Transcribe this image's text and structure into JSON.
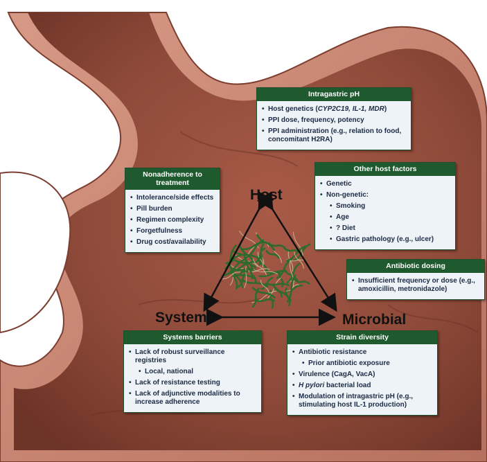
{
  "triangle": {
    "host": "Host",
    "systems": "Systems",
    "microbial": "Microbial"
  },
  "boxes": {
    "intragastric_ph": {
      "title": "Intragastric pH",
      "items": [
        {
          "pre": "Host genetics (",
          "em": "CYP2C19, IL-1, MDR",
          "post": ")"
        },
        {
          "text": "PPI dose, frequency, potency"
        },
        {
          "text": "PPI administration (e.g., relation to food, concomitant H2RA)"
        }
      ]
    },
    "nonadherence": {
      "title": "Nonadherence to treatment",
      "items": [
        "Intolerance/side effects",
        "Pill burden",
        "Regimen complexity",
        "Forgetfulness",
        "Drug cost/availability"
      ]
    },
    "other_host": {
      "title": "Other host factors",
      "items": [
        {
          "text": "Genetic",
          "level": 0
        },
        {
          "text": "Non-genetic:",
          "level": 0
        },
        {
          "text": "Smoking",
          "level": 1
        },
        {
          "text": "Age",
          "level": 1
        },
        {
          "text": "? Diet",
          "level": 1
        },
        {
          "text": "Gastric pathology (e.g., ulcer)",
          "level": 1
        }
      ]
    },
    "antibiotic_dosing": {
      "title": "Antibiotic dosing",
      "items": [
        "Insufficient frequency or dose (e.g., amoxicillin, metronidazole)"
      ]
    },
    "systems_barriers": {
      "title": "Systems barriers",
      "items": [
        {
          "text": "Lack of robust surveillance registries",
          "level": 0
        },
        {
          "text": "Local, national",
          "level": 1
        },
        {
          "text": "Lack of resistance testing",
          "level": 0
        },
        {
          "text": "Lack of adjunctive modalities to increase adherence",
          "level": 0
        }
      ]
    },
    "strain_diversity": {
      "title": "Strain diversity",
      "items": [
        {
          "text": "Antibiotic resistance",
          "level": 0
        },
        {
          "text": "Prior antibiotic exposure",
          "level": 1
        },
        {
          "text": "Virulence (CagA, VacA)",
          "level": 0
        },
        {
          "em": "H pylori",
          "post": " bacterial load",
          "level": 0
        },
        {
          "text": "Modulation of intragastric pH (e.g., stimulating host IL-1 production)",
          "level": 0
        }
      ]
    }
  },
  "colors": {
    "stomach_wall": "#b06a58",
    "stomach_inner": "#8a4636",
    "box_header": "#1e5a2e",
    "box_body": "#eef3f8",
    "bacteria": "#2f6b2c"
  }
}
